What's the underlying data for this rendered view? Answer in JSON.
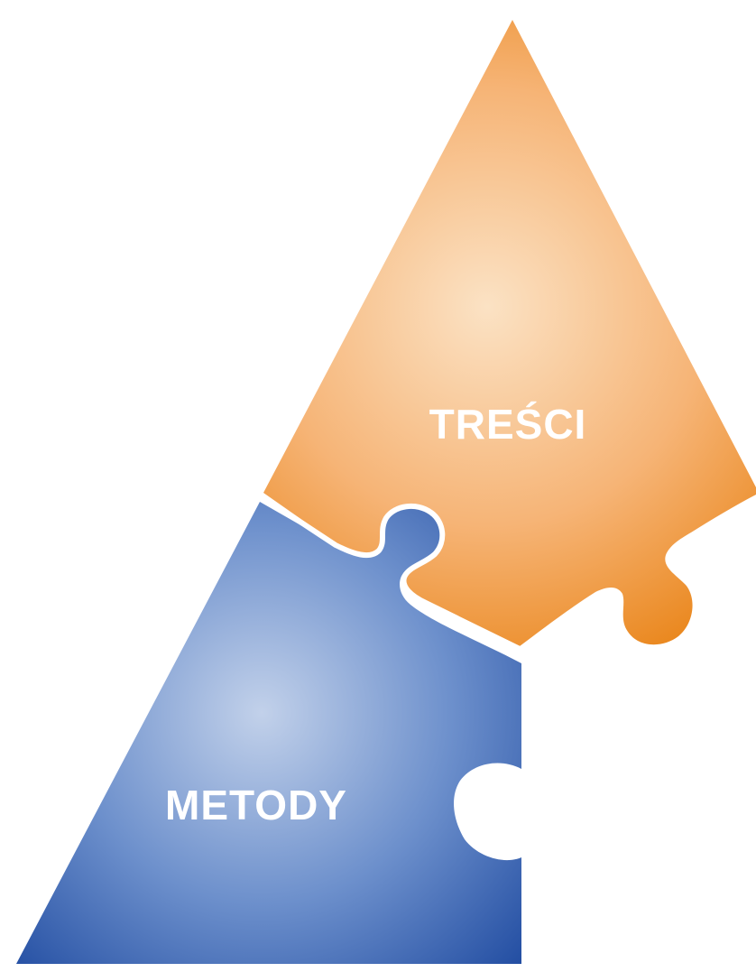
{
  "diagram": {
    "pieces": [
      {
        "id": "tresci",
        "label": "TREŚCI",
        "color_light": "#fbe2c4",
        "color_mid": "#f6b476",
        "color_dark": "#e98417"
      },
      {
        "id": "metody",
        "label": "METODY",
        "color_light": "#c2d1ea",
        "color_mid": "#6d90cc",
        "color_dark": "#1b479e"
      }
    ],
    "separator_color": "#ffffff"
  }
}
